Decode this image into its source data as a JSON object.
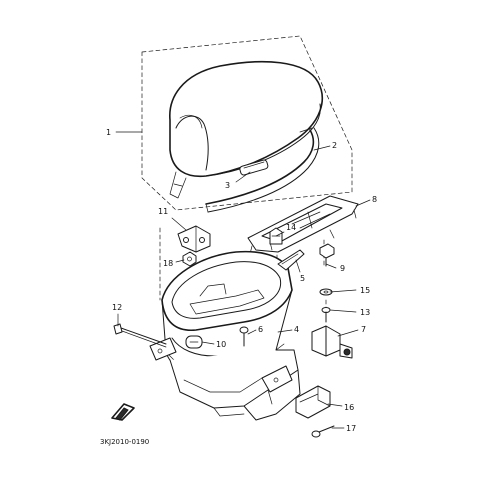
{
  "diagram_code": "3KJ2010-0190",
  "callouts": [
    {
      "id": "c1",
      "label": "1"
    },
    {
      "id": "c2",
      "label": "2"
    },
    {
      "id": "c3",
      "label": "3"
    },
    {
      "id": "c4",
      "label": "4"
    },
    {
      "id": "c5",
      "label": "5"
    },
    {
      "id": "c6",
      "label": "6"
    },
    {
      "id": "c7",
      "label": "7"
    },
    {
      "id": "c8",
      "label": "8"
    },
    {
      "id": "c9",
      "label": "9"
    },
    {
      "id": "c10",
      "label": "10"
    },
    {
      "id": "c11",
      "label": "11"
    },
    {
      "id": "c12",
      "label": "12"
    },
    {
      "id": "c13",
      "label": "13"
    },
    {
      "id": "c14",
      "label": "14"
    },
    {
      "id": "c15",
      "label": "15"
    },
    {
      "id": "c16",
      "label": "16"
    },
    {
      "id": "c17",
      "label": "17"
    },
    {
      "id": "c18",
      "label": "18"
    }
  ]
}
